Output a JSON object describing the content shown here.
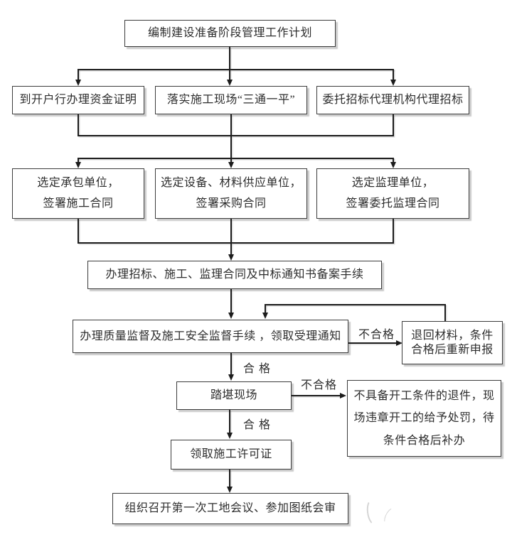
{
  "colors": {
    "background": "#ffffff",
    "box_fill": "#ffffff",
    "box_border": "#3c3c3c",
    "connector_line": "#1c1c1c",
    "text": "#2d2d2d",
    "shadow_gray": "#8c8c8c"
  },
  "nodes": {
    "plan": {
      "text": "编制建设准备阶段管理工作计划"
    },
    "fund_certificate": {
      "text": "到开户行办理资金证明"
    },
    "site_ready": {
      "text": "落实施工现场“三通一平”"
    },
    "bidding_agency": {
      "text": "委托招标代理机构代理招标"
    },
    "contractor": {
      "line1": "选定承包单位，",
      "line2": "签署施工合同"
    },
    "supplier": {
      "line1": "选定设备、材料供应单位，",
      "line2": "签署采购合同"
    },
    "supervision": {
      "line1": "选定监理单位，",
      "line2": "签署委托监理合同"
    },
    "record_filing": {
      "text": "办理招标、施工、监理合同及中标通知书备案手续"
    },
    "quality_safety": {
      "text": "办理质量监督及施工安全监督手续 ，领取受理通知"
    },
    "return_materials": {
      "line1": "退回材料，条件",
      "line2": "合格后重新申报"
    },
    "site_survey": {
      "text": "踏堪现场"
    },
    "reject_penalty": {
      "line1": "不具备开工条件的退件，现",
      "line2": "场违章开工的给予处罚，待",
      "line3": "条件合格后补办"
    },
    "construction_permit": {
      "text": "领取施工许可证"
    },
    "first_meeting": {
      "text": "组织召开第一次工地会议、参加图纸会审"
    }
  },
  "edge_labels": {
    "fail_quality": "不合格",
    "pass_quality": "合  格",
    "fail_survey": "不合格",
    "pass_survey": "合  格"
  }
}
